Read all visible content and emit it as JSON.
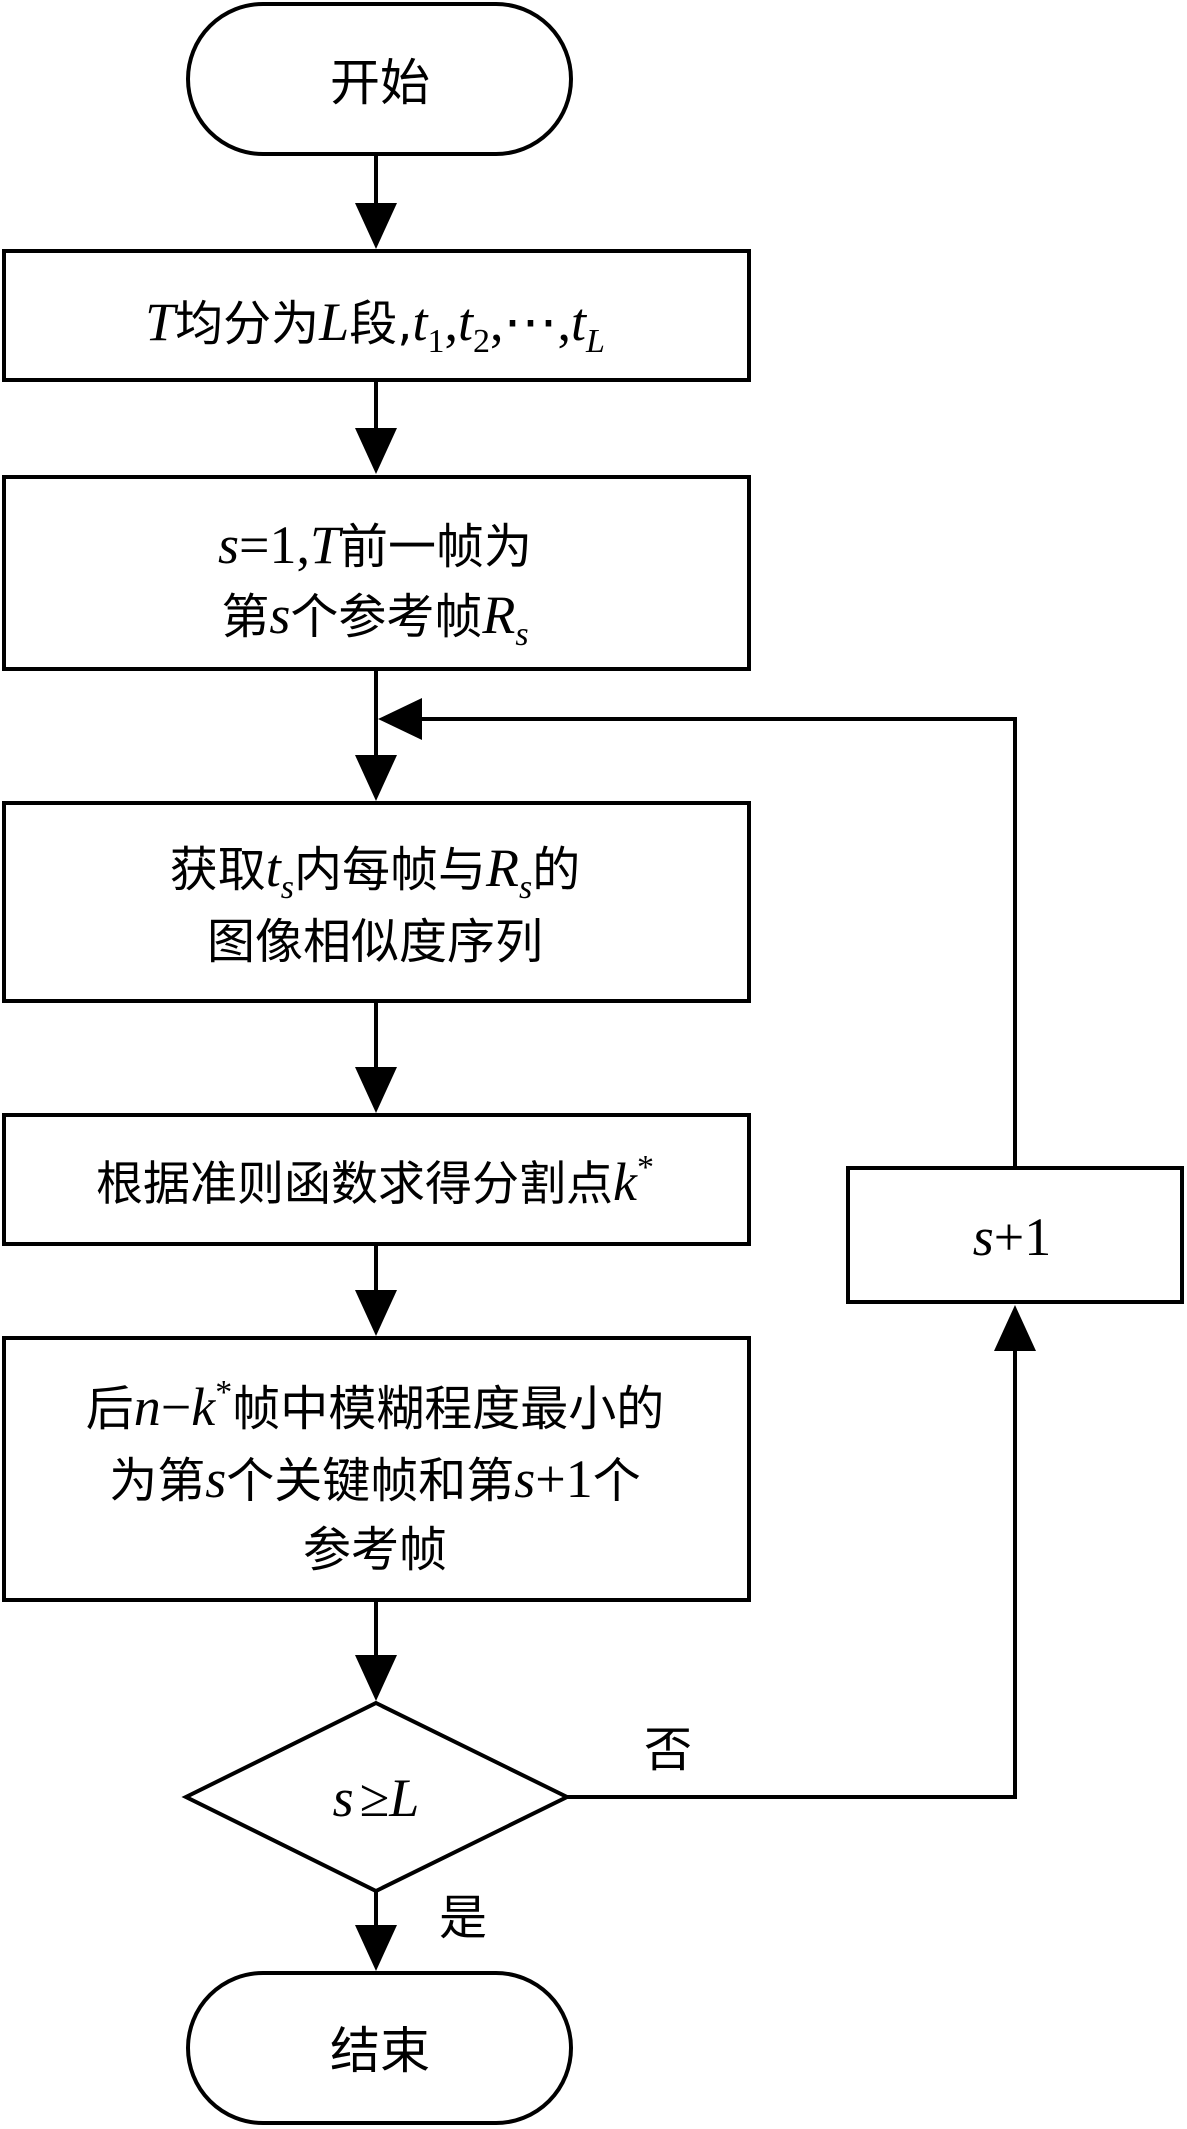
{
  "nodes": {
    "start": "开始",
    "segment": {
      "p1": "T",
      "p2": "均分为",
      "p3": "L",
      "p4": "段,",
      "p5": "t",
      "p6": "1",
      "p7": ",",
      "p8": "t",
      "p9": "2",
      "p10": ",⋯,",
      "p11": "t",
      "p12": "L"
    },
    "init": {
      "l1": {
        "p1": "s",
        "p2": "=1,",
        "p3": "T",
        "p4": "前一帧为"
      },
      "l2": {
        "p1": "第",
        "p2": "s",
        "p3": "个参考帧",
        "p4": "R",
        "p5": "s"
      }
    },
    "similarity": {
      "l1": {
        "p1": "获取",
        "p2": "t",
        "p3": "s",
        "p4": "内每帧与",
        "p5": "R",
        "p6": "s",
        "p7": "的"
      },
      "l2": "图像相似度序列"
    },
    "split": {
      "p1": "根据准则函数求得分割点",
      "p2": "k",
      "p3": "*"
    },
    "keyframe": {
      "l1": {
        "p1": "后",
        "p2": "n",
        "p3": "−",
        "p4": "k",
        "p5": "*",
        "p6": "帧中模糊程度最小的"
      },
      "l2": {
        "p1": "为第",
        "p2": "s",
        "p3": "个关键帧和第",
        "p4": "s",
        "p5": "+1",
        "p6": "个"
      },
      "l3": "参考帧"
    },
    "decision": {
      "p1": "s",
      "p2": "≥",
      "p3": "L"
    },
    "increment": {
      "p1": "s",
      "p2": "+1"
    },
    "end": "结束"
  },
  "edges": {
    "no": "否",
    "yes": "是"
  }
}
